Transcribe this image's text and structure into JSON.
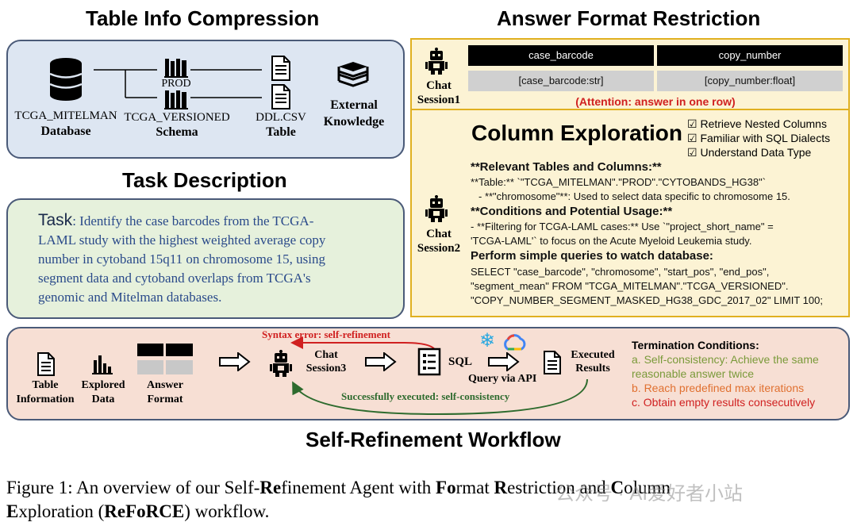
{
  "titles": {
    "table_info": "Table Info Compression",
    "answer_format": "Answer Format Restriction",
    "task_description": "Task Description",
    "workflow": "Self-Refinement Workflow"
  },
  "table_info": {
    "database_name": "TCGA_MITELMAN",
    "database_label": "Database",
    "schema_prod": "PROD",
    "schema_versioned": "TCGA_VERSIONED",
    "schema_label": "Schema",
    "table_file": "DDL.CSV",
    "table_label": "Table",
    "external_1": "External",
    "external_2": "Knowledge"
  },
  "task": {
    "label": "Task",
    "colon": ":",
    "line1": "Identify the case barcodes from the TCGA-",
    "line2": "LAML study with the highest weighted average copy",
    "line3": "number in cytoband 15q11 on chromosome 15, using",
    "line4": "segment data and cytoband overlaps from TCGA's",
    "line5": "genomic and Mitelman databases."
  },
  "answer_format": {
    "chat1_a": "Chat",
    "chat1_b": "Session1",
    "headers": [
      "case_barcode",
      "copy_number"
    ],
    "values": [
      "[case_barcode:str]",
      "[copy_number:float]"
    ],
    "attention": "(Attention: answer in one row)"
  },
  "column_exploration": {
    "title": "Column Exploration",
    "checks": [
      "Retrieve Nested Columns",
      "Familiar with SQL Dialects",
      "Understand Data Type"
    ],
    "chat2_a": "Chat",
    "chat2_b": "Session2",
    "relevant_heading": "**Relevant Tables and Columns:**",
    "relevant_line1": "**Table:** `\"TCGA_MITELMAN\".\"PROD\".\"CYTOBANDS_HG38\"`",
    "relevant_line2": "- **\"chromosome\"**: Used to select data specific to chromosome 15.",
    "conditions_heading": "**Conditions and Potential Usage:**",
    "conditions_line1": "- **Filtering for TCGA-LAML cases:** Use `\"project_short_name\" =",
    "conditions_line2": "'TCGA-LAML'` to focus on the Acute Myeloid Leukemia study.",
    "queries_heading": "Perform simple queries to watch database:",
    "query_line1": "SELECT \"case_barcode\", \"chromosome\", \"start_pos\", \"end_pos\",",
    "query_line2": "\"segment_mean\" FROM \"TCGA_MITELMAN\".\"TCGA_VERSIONED\".",
    "query_line3": "\"COPY_NUMBER_SEGMENT_MASKED_HG38_GDC_2017_02\" LIMIT 100;"
  },
  "workflow": {
    "table_info_a": "Table",
    "table_info_b": "Information",
    "explored_a": "Explored",
    "explored_b": "Data",
    "answer_a": "Answer",
    "answer_b": "Format",
    "syntax_error": "Syntax error: self-refinement",
    "chat3_a": "Chat",
    "chat3_b": "Session3",
    "sql": "SQL",
    "query_api": "Query via API",
    "executed_a": "Executed",
    "executed_b": "Results",
    "success": "Successfully executed: self-consistency",
    "termination_title": "Termination Conditions:",
    "cond_a1": "a. Self-consistency: Achieve the same",
    "cond_a2": "reasonable answer twice",
    "cond_b": "b. Reach predefined max iterations",
    "cond_c": "c. Obtain empty results consecutively"
  },
  "caption": {
    "line1_p1": "Figure 1:  An overview of our Self-",
    "line1_b1": "Re",
    "line1_p2": "finement Agent with ",
    "line1_b2": "Fo",
    "line1_p3": "rmat ",
    "line1_b3": "R",
    "line1_p4": "estriction and ",
    "line1_b4": "C",
    "line1_p5": "olumn",
    "line2_b1": "E",
    "line2_p1": "xploration (",
    "line2_b2": "ReFoRCE",
    "line2_p2": ") workflow.",
    "watermark": "公众号 · AI爱好者小站"
  },
  "colors": {
    "blue_panel": "#dde6f2",
    "green_panel": "#e6f1dc",
    "yellow_panel": "#fcf3d4",
    "salmon_panel": "#f7dfd4",
    "red": "#d02020",
    "green_text": "#2e6b2e",
    "orange": "#e07030",
    "olive": "#7a9a3a"
  }
}
